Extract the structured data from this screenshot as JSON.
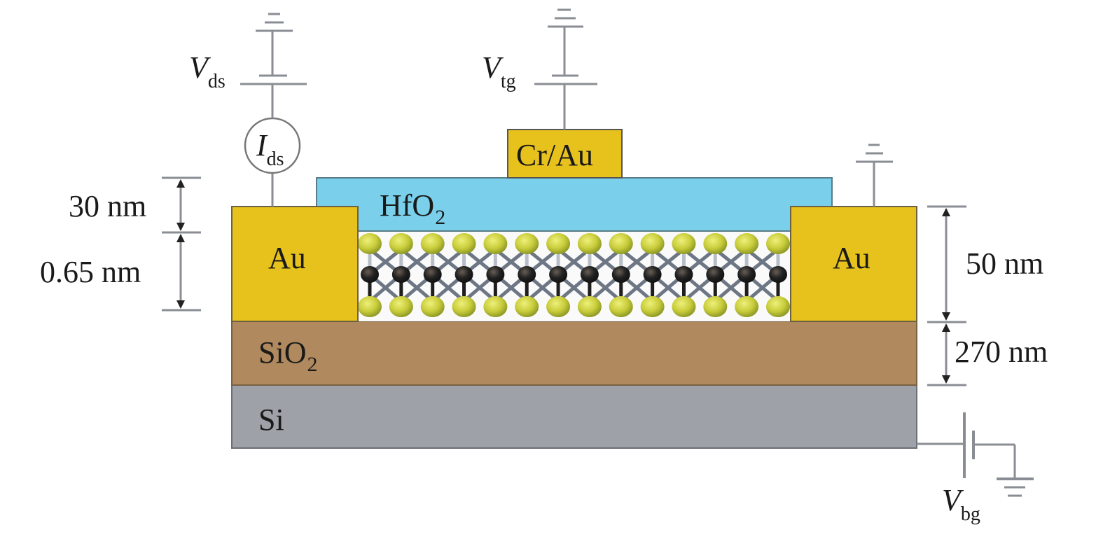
{
  "figure": {
    "type": "device cross-section schematic",
    "subject": "dual-gated 2D transistor"
  },
  "layers": {
    "top_gate": {
      "label": "Cr/Au",
      "color": "#e8c21c"
    },
    "dielectric": {
      "label_main": "HfO",
      "label_sub": "2",
      "color": "#7ad0ea"
    },
    "contact_left": {
      "label": "Au",
      "color": "#e8c21c"
    },
    "contact_right": {
      "label": "Au",
      "color": "#e8c21c"
    },
    "oxide": {
      "label_main": "SiO",
      "label_sub": "2",
      "color": "#b08a5e"
    },
    "substrate": {
      "label": "Si",
      "color": "#9ea1a8"
    },
    "channel": {
      "description": "monolayer crystal (ball-and-stick)",
      "atom_columns": 14,
      "chalcogen_color": "#c8cc3a",
      "metal_color": "#222222",
      "bond_color": "#6d7684"
    }
  },
  "circuit": {
    "vds": {
      "symbol": "V",
      "sub": "ds"
    },
    "ids": {
      "symbol": "I",
      "sub": "ds"
    },
    "vtg": {
      "symbol": "V",
      "sub": "tg"
    },
    "vbg": {
      "symbol": "V",
      "sub": "bg"
    },
    "ground_right_contact": "ground-symbol"
  },
  "dimensions": {
    "hfo2_thickness": "30 nm",
    "channel_thickness": "0.65 nm",
    "contact_thickness": "50 nm",
    "sio2_thickness": "270 nm"
  }
}
